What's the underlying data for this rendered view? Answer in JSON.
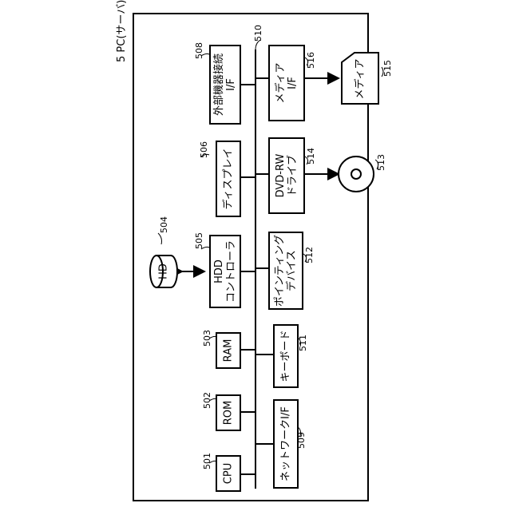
{
  "device_label": "5 PC(サーバ)",
  "bus_ref": "510",
  "blocks": {
    "cpu": {
      "label": "CPU",
      "ref": "501"
    },
    "rom": {
      "label": "ROM",
      "ref": "502"
    },
    "ram": {
      "label": "RAM",
      "ref": "503"
    },
    "hd": {
      "label": "HD",
      "ref": "504"
    },
    "hdd_controller": {
      "line1": "HDD",
      "line2": "コントローラ",
      "ref": "505"
    },
    "display": {
      "label": "ディスプレイ",
      "ref": "506"
    },
    "external_if": {
      "line1": "外部機器接続",
      "line2": "I/F",
      "ref": "508"
    },
    "network_if": {
      "label": "ネットワークI/F",
      "ref": "509"
    },
    "keyboard": {
      "label": "キーボード",
      "ref": "511"
    },
    "pointing": {
      "line1": "ポインティング",
      "line2": "デバイス",
      "ref": "512"
    },
    "dvd_drive": {
      "line1": "DVD-RW",
      "line2": "ドライブ",
      "ref": "514"
    },
    "dvd_disc": {
      "ref": "513"
    },
    "media_if": {
      "line1": "メディア",
      "line2": "I/F",
      "ref": "516"
    },
    "media": {
      "label": "メディア",
      "ref": "515"
    }
  }
}
